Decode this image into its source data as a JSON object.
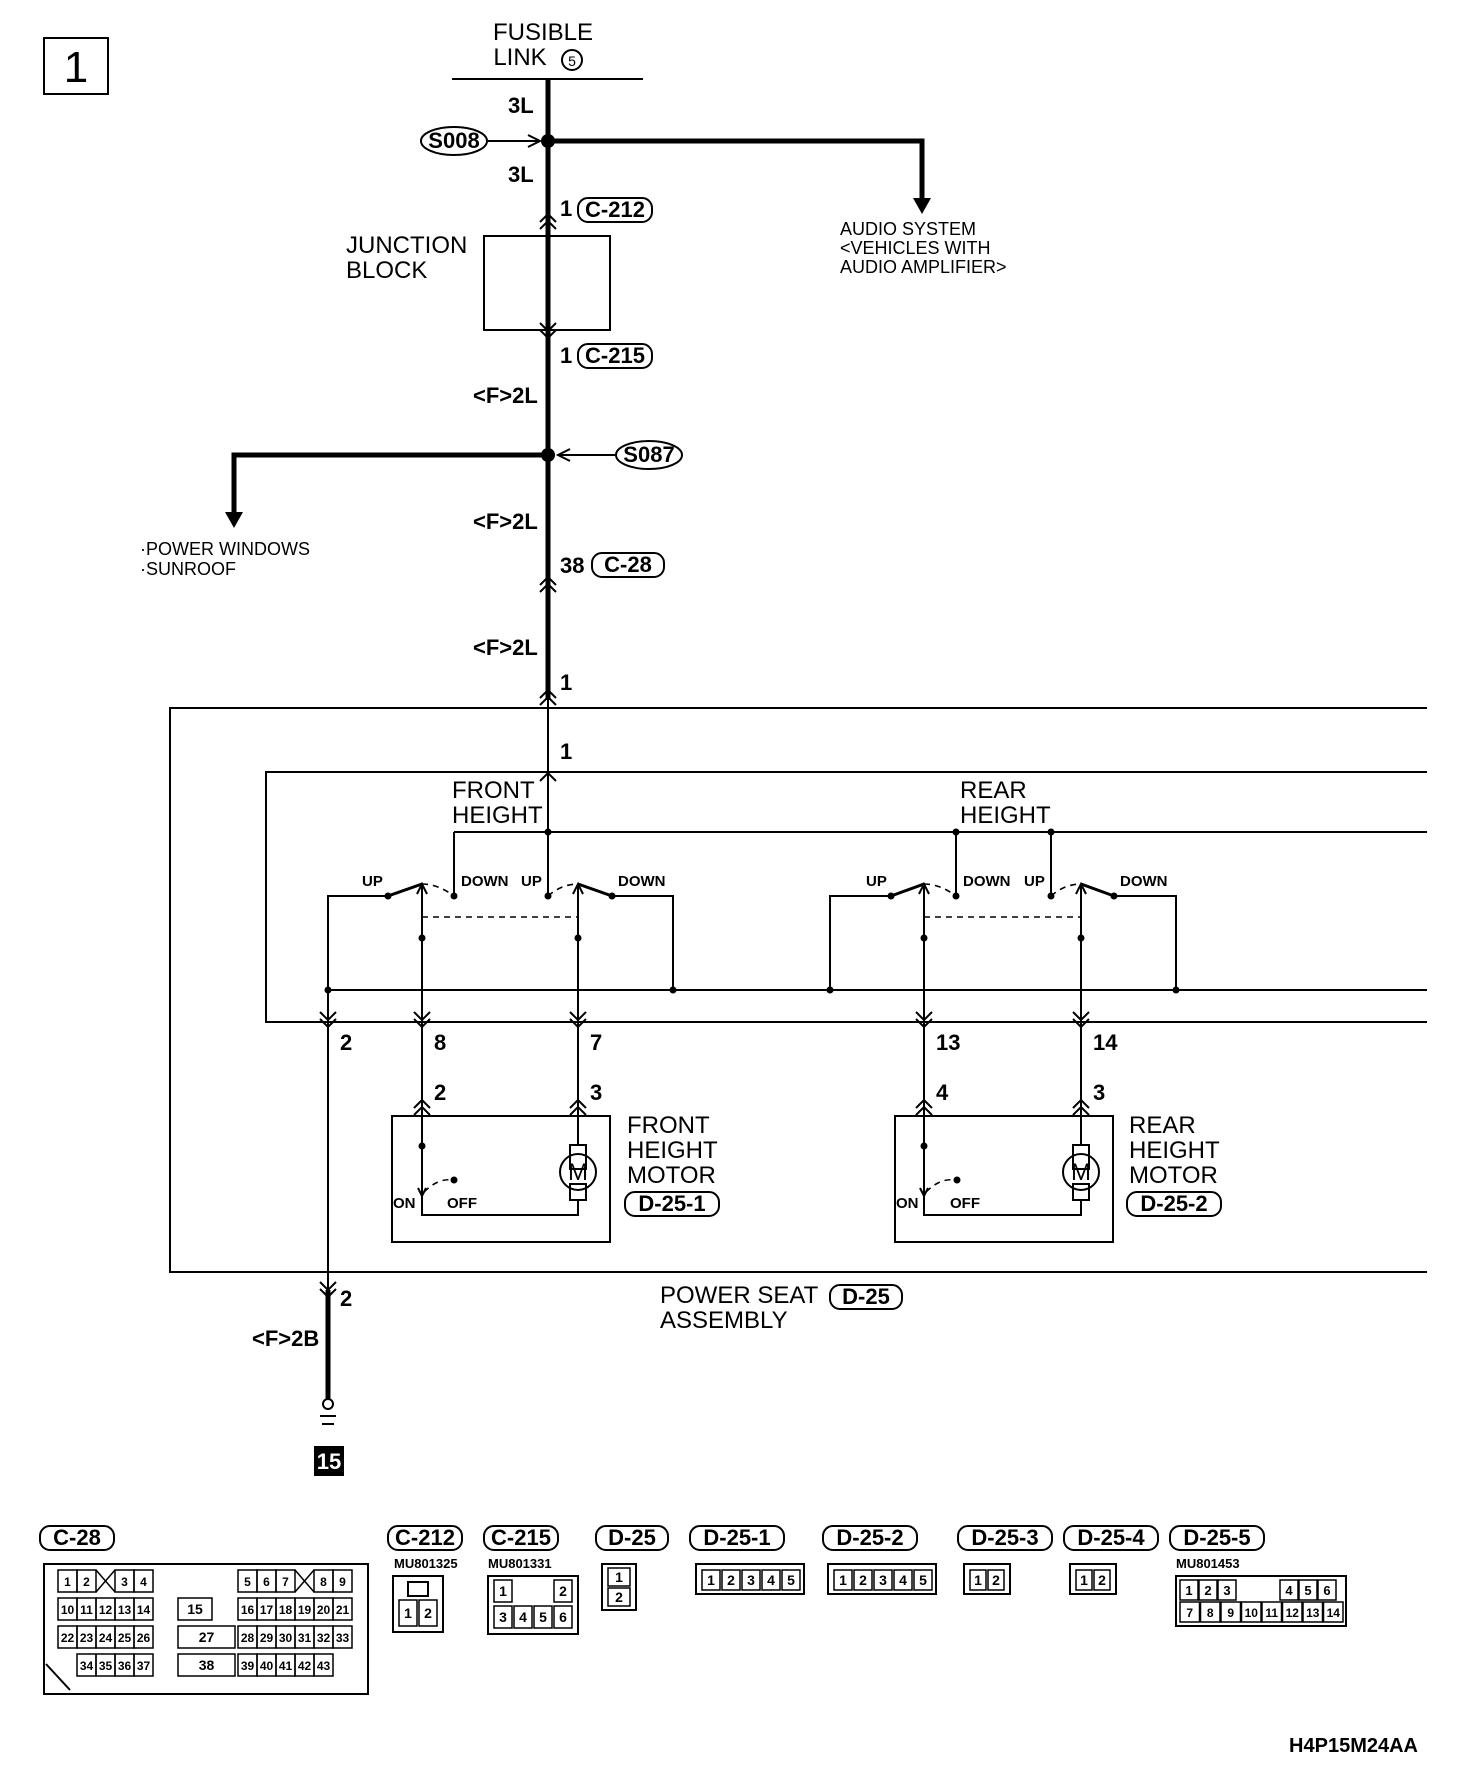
{
  "page": {
    "page_number": "1",
    "figure_code": "H4P15M24AA"
  },
  "supply": {
    "fusible_link_line1": "FUSIBLE",
    "fusible_link_line2": "LINK",
    "fusible_link_number": "5"
  },
  "wires": {
    "w1": "3L",
    "w2": "3L",
    "w3": "<F>2L",
    "w4": "<F>2L",
    "w5": "<F>2L",
    "w_ground": "<F>2B"
  },
  "splices": {
    "s1": "S008",
    "s2": "S087"
  },
  "connectors_inline": {
    "c212_pin": "1",
    "c212": "C-212",
    "c215_pin": "1",
    "c215": "C-215",
    "c28_pin": "38",
    "c28": "C-28"
  },
  "junction_block": {
    "line1": "JUNCTION",
    "line2": "BLOCK"
  },
  "branches": {
    "audio_line1": "AUDIO SYSTEM",
    "audio_line2": "<VEHICLES WITH",
    "audio_line3": "AUDIO AMPLIFIER>",
    "power_windows": "·POWER WINDOWS",
    "sunroof": "·SUNROOF"
  },
  "switch_assembly": {
    "front_height_line1": "FRONT",
    "front_height_line2": "HEIGHT",
    "rear_height_line1": "REAR",
    "rear_height_line2": "HEIGHT",
    "up": "UP",
    "down": "DOWN",
    "pin_in_outer": "1",
    "pin_in_inner": "1",
    "pin_gnd": "2",
    "pin_8": "8",
    "pin_7": "7",
    "pin_13": "13",
    "pin_14": "14"
  },
  "motors": {
    "front_pin_a": "2",
    "front_pin_b": "3",
    "rear_pin_a": "4",
    "rear_pin_b": "3",
    "front_line1": "FRONT",
    "front_line2": "HEIGHT",
    "front_line3": "MOTOR",
    "front_conn": "D-25-1",
    "rear_line1": "REAR",
    "rear_line2": "HEIGHT",
    "rear_line3": "MOTOR",
    "rear_conn": "D-25-2",
    "on": "ON",
    "off": "OFF",
    "motor_symbol": "M"
  },
  "power_seat": {
    "line1": "POWER SEAT",
    "line2": "ASSEMBLY",
    "conn": "D-25",
    "ground_pin": "2"
  },
  "ground": {
    "number": "15"
  },
  "connector_views": {
    "c28_label": "C-28",
    "c212_label": "C-212",
    "c212_part": "MU801325",
    "c215_label": "C-215",
    "c215_part": "MU801331",
    "d25_label": "D-25",
    "d251_label": "D-25-1",
    "d252_label": "D-25-2",
    "d253_label": "D-25-3",
    "d254_label": "D-25-4",
    "d255_label": "D-25-5",
    "d255_part": "MU801453",
    "c28_pins": [
      "1",
      "2",
      "3",
      "4",
      "5",
      "6",
      "7",
      "8",
      "9",
      "10",
      "11",
      "12",
      "13",
      "14",
      "15",
      "16",
      "17",
      "18",
      "19",
      "20",
      "21",
      "22",
      "23",
      "24",
      "25",
      "26",
      "27",
      "28",
      "29",
      "30",
      "31",
      "32",
      "33",
      "34",
      "35",
      "36",
      "37",
      "38",
      "39",
      "40",
      "41",
      "42",
      "43"
    ],
    "c212_pins": [
      "1",
      "2"
    ],
    "c215_pins": [
      "1",
      "2",
      "3",
      "4",
      "5",
      "6"
    ],
    "d25_pins": [
      "1",
      "2"
    ],
    "d251_pins": [
      "1",
      "2",
      "3",
      "4",
      "5"
    ],
    "d252_pins": [
      "1",
      "2",
      "3",
      "4",
      "5"
    ],
    "d253_pins": [
      "1",
      "2"
    ],
    "d254_pins": [
      "1",
      "2"
    ],
    "d255_pins": [
      "1",
      "2",
      "3",
      "4",
      "5",
      "6",
      "7",
      "8",
      "9",
      "10",
      "11",
      "12",
      "13",
      "14"
    ]
  }
}
